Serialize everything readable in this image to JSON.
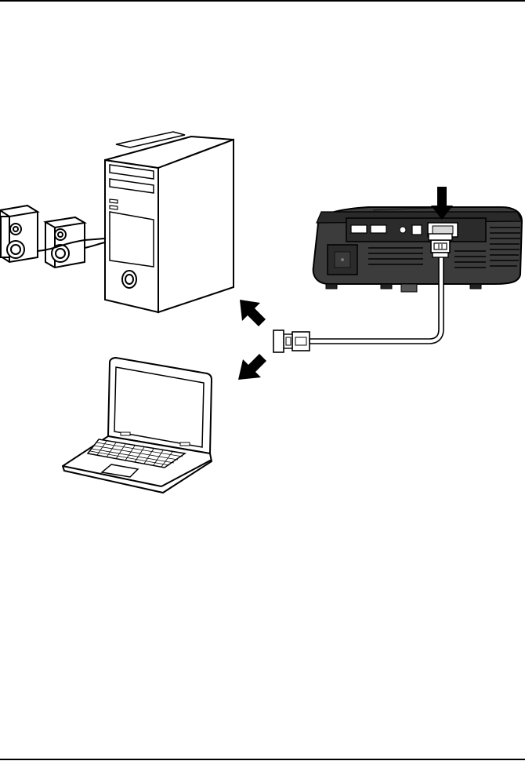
{
  "diagram": {
    "components": [
      "desktop-tower",
      "speakers",
      "laptop",
      "projector",
      "vga-cable"
    ],
    "arrows": [
      {
        "name": "insert-arrow",
        "direction": "down",
        "target": "projector-vga-port"
      },
      {
        "name": "to-desktop-arrow",
        "direction": "up-left",
        "target": "desktop-tower"
      },
      {
        "name": "to-laptop-arrow",
        "direction": "down-left",
        "target": "laptop"
      }
    ],
    "colors": {
      "line": "#000000",
      "projector_body": "#3c3c3c",
      "projector_dark": "#1e1e1e",
      "background": "#ffffff"
    }
  }
}
